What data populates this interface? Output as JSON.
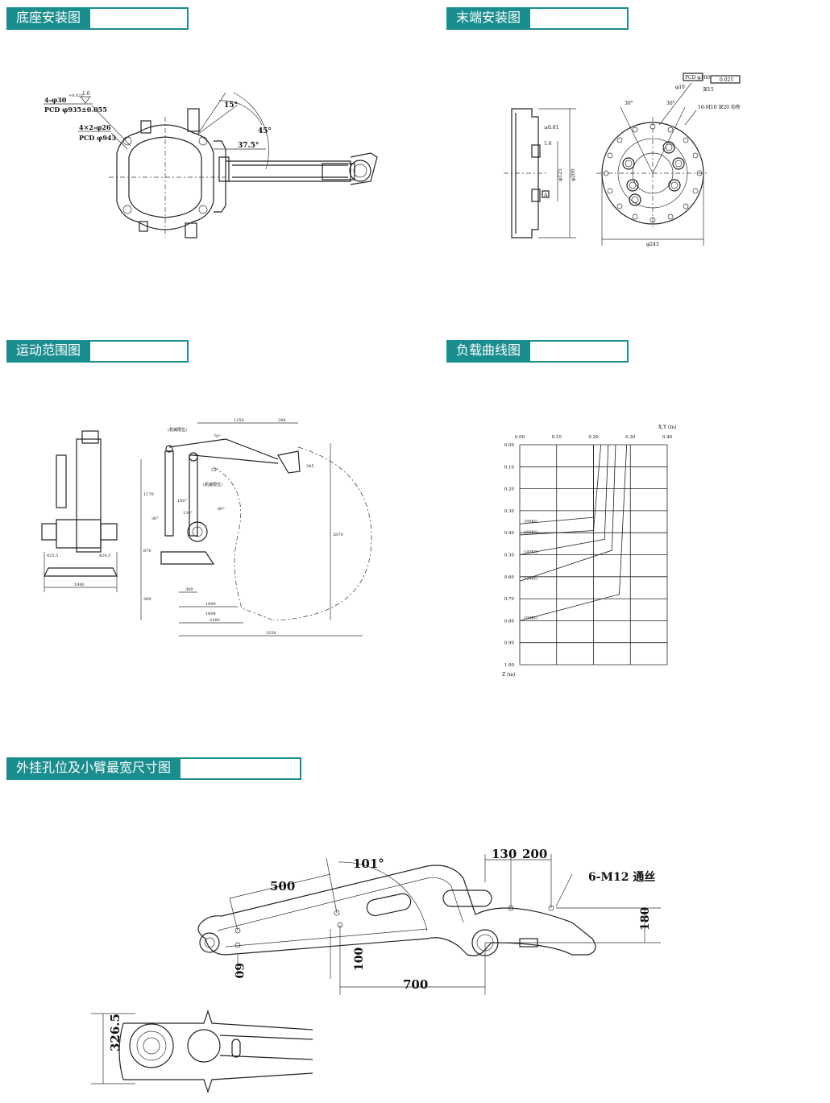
{
  "sections": {
    "base_install": {
      "title": "底座安装图"
    },
    "end_install": {
      "title": "末端安装图"
    },
    "motion_range": {
      "title": "运动范围图"
    },
    "load_curve": {
      "title": "负载曲线图"
    },
    "arm_holes": {
      "title": "外挂孔位及小臂最宽尺寸图"
    }
  },
  "base_drawing": {
    "hole1": "4-φ30",
    "hole1_tol": "+0.021",
    "roughness": "1.6",
    "pcd1": "PCD φ935±0.055",
    "hole2": "4×2-φ26",
    "pcd2": "PCD φ943",
    "angle1": "15°",
    "angle2": "45°",
    "angle3": "37.5°"
  },
  "end_drawing": {
    "pcd": "PCD φ160",
    "fit": "φ10",
    "depth": "深15",
    "thread": "16-M10 深20 均布",
    "flatness": "0.025",
    "datum": "A",
    "bore": "φ125",
    "outer_side": "φ200",
    "outer": "φ243",
    "angle_a": "30°",
    "angle_b": "30°",
    "roughness": "1.6",
    "chamfer": "≤0.01"
  },
  "motion_drawing": {
    "dims_top": [
      "1250",
      "340"
    ],
    "dims_left": [
      "1170",
      "670",
      "590"
    ],
    "dims_bottom": [
      "300",
      "1000",
      "1604",
      "2160",
      "3250"
    ],
    "dims_side": [
      "2870",
      "345"
    ],
    "dims_front": [
      "425.5",
      "424.5",
      "1060"
    ],
    "angles": [
      "70°",
      "53°",
      "60°",
      "134°",
      "180°",
      "30°"
    ],
    "notes": [
      "(机械限位)",
      "(机械限位)"
    ]
  },
  "chart_data": {
    "type": "line",
    "title": "",
    "xlabel": "X,Y (m)",
    "ylabel": "Z (m)",
    "x_ticks": [
      "0.00",
      "0.10",
      "0.20",
      "0.30",
      "0.40"
    ],
    "y_ticks": [
      "0.00",
      "0.10",
      "0.20",
      "0.30",
      "0.40",
      "0.50",
      "0.60",
      "0.70",
      "0.80",
      "0.90",
      "1.00"
    ],
    "xlim": [
      0,
      0.4
    ],
    "ylim": [
      0,
      1.0
    ],
    "y_inverted": true,
    "grid": true,
    "series": [
      {
        "name": "180KG",
        "points": [
          [
            0.0,
            0.36
          ],
          [
            0.2,
            0.33
          ],
          [
            0.2,
            0.0
          ]
        ]
      },
      {
        "name": "160KG",
        "points": [
          [
            0.0,
            0.41
          ],
          [
            0.2,
            0.39
          ],
          [
            0.22,
            0.0
          ]
        ]
      },
      {
        "name": "140KG",
        "points": [
          [
            0.0,
            0.5
          ],
          [
            0.23,
            0.43
          ],
          [
            0.24,
            0.0
          ]
        ]
      },
      {
        "name": "120KG",
        "points": [
          [
            0.0,
            0.62
          ],
          [
            0.25,
            0.48
          ],
          [
            0.26,
            0.0
          ]
        ]
      },
      {
        "name": "100KG",
        "points": [
          [
            0.0,
            0.8
          ],
          [
            0.27,
            0.68
          ],
          [
            0.29,
            0.0
          ]
        ]
      }
    ]
  },
  "arm_drawing": {
    "dim_130": "130",
    "dim_200": "200",
    "angle": "101°",
    "dim_500": "500",
    "thread": "6-M12 通丝",
    "dim_180": "180",
    "dim_60": "60",
    "dim_100": "100",
    "dim_700": "700",
    "dim_326": "326.5"
  }
}
